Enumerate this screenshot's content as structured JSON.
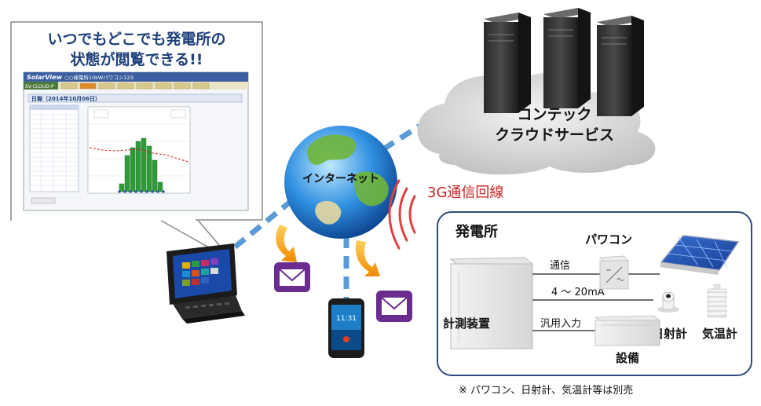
{
  "callout": {
    "headline_line1": "いつでもどこでも発電所の",
    "headline_line2": "状態が閲覧できる!!"
  },
  "app": {
    "brand": "SolarView",
    "title": "○○発電所10kWパワコン123",
    "tab_label": "SV-CLOUD-P",
    "report_title": "日報（2014年10月06日）"
  },
  "cloud": {
    "line1": "コンテック",
    "line2": "クラウドサービス"
  },
  "internet_label": "インターネット",
  "network_label": "3G通信回線",
  "plant": {
    "title": "発電所",
    "pcs_label": "パワコン",
    "measure_label": "計測装置",
    "comm_label": "通信",
    "signal_label": "4 ～ 20mA",
    "io_label": "汎用入力",
    "equipment_label": "設備",
    "pyranometer_label": "日射計",
    "thermometer_label": "気温計"
  },
  "footnote": "※ パワコン、日射計、気温計等は別売",
  "phone_time": "11:31",
  "colors": {
    "accent_red": "#cc2222",
    "link_blue": "#5a9bd5",
    "headline_blue": "#1f3f7a",
    "mail_purple": "#6b2c8f",
    "panel_border": "#2f4b7c"
  }
}
